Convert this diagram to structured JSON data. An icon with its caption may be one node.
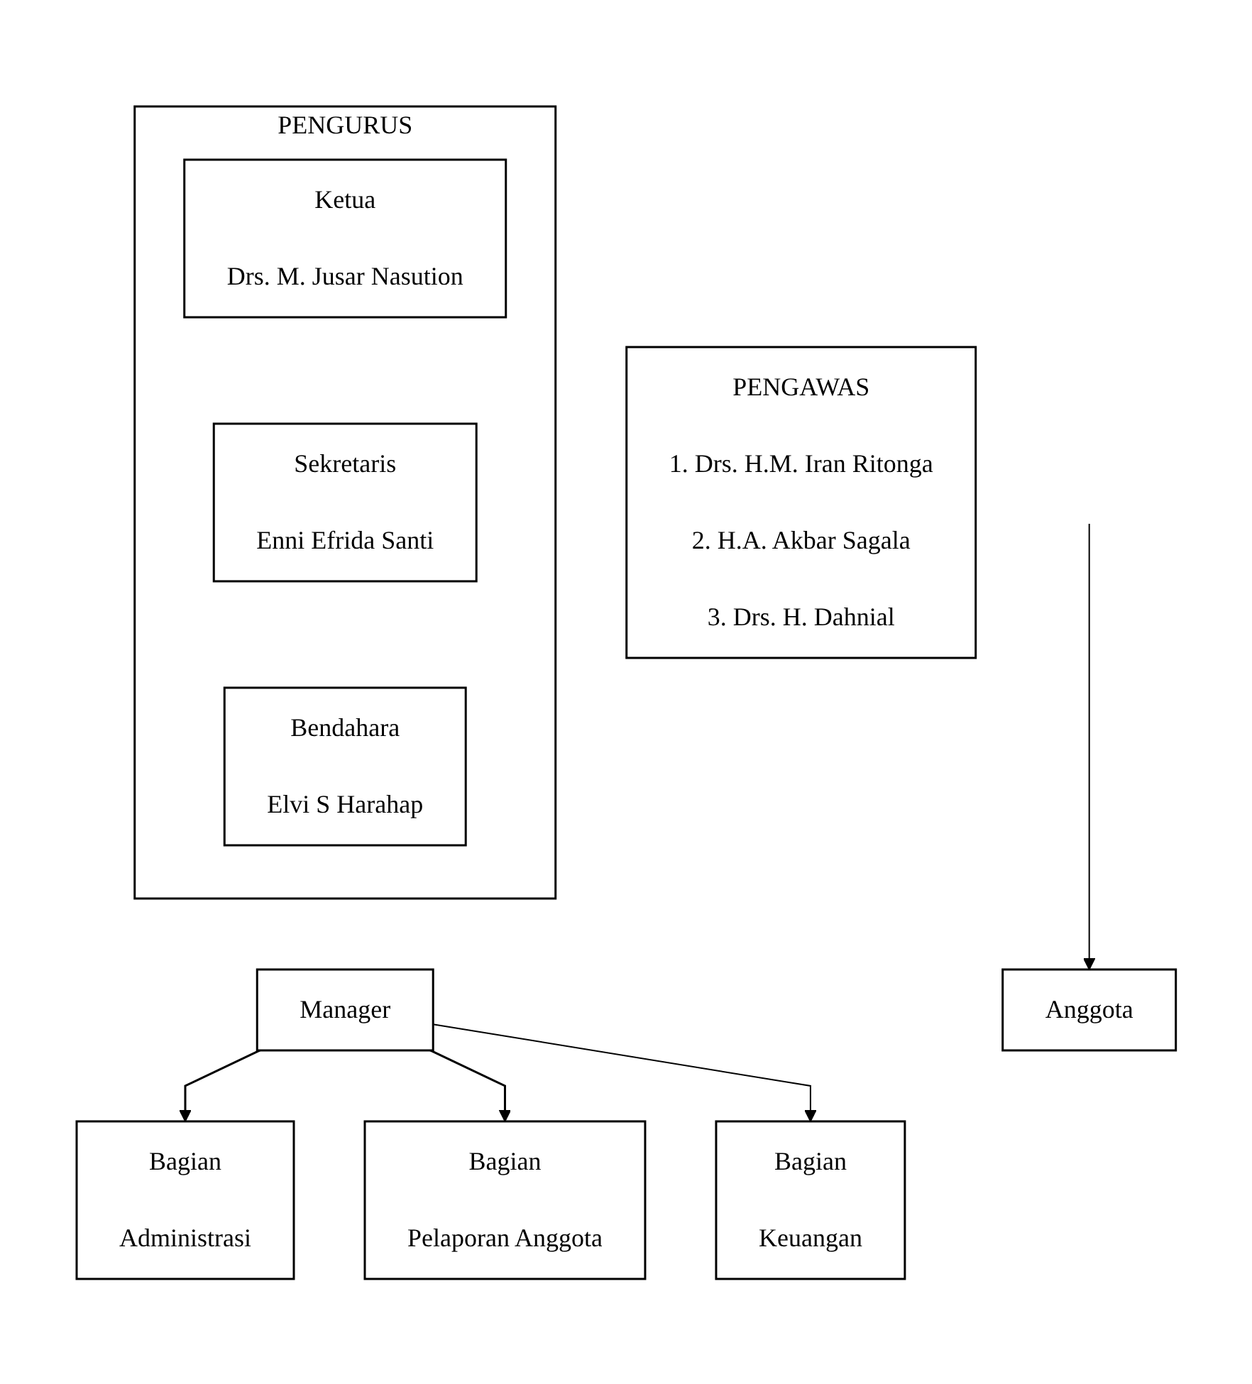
{
  "diagram": {
    "nodes": [
      {
        "text": [
          "PENGURUS"
        ]
      },
      {
        "text": [
          "Ketua",
          "Drs. M. Jusar Nasution"
        ],
        "in": 0
      },
      {
        "text": [
          "Sekretaris",
          "Enni Efrida Santi"
        ],
        "in": 0
      },
      {
        "text": [
          "Bendahara",
          "Elvi S Harahap"
        ],
        "in": 0
      },
      {
        "text": [
          "PENGAWAS",
          "1. Drs. H.M. Iran Ritonga",
          "2. H.A. Akbar Sagala",
          "3. Drs. H. Dahnial"
        ]
      },
      {
        "text": [
          "Manager"
        ]
      },
      {
        "text": [
          "Bagian",
          "Administrasi"
        ]
      },
      {
        "text": [
          "Bagian",
          "Pelaporan Anggota"
        ]
      },
      {
        "text": [
          "Bagian",
          "Keuangan"
        ]
      },
      {
        "text": [
          "Anggota"
        ]
      }
    ],
    "edges": [
      {
        "from": 5,
        "to": 6,
        "arrow": "to"
      },
      {
        "from": 5,
        "to": 7,
        "arrow": "to"
      },
      {
        "from": 5,
        "to": 8,
        "arrow": "to"
      },
      {
        "from": null,
        "to": 9,
        "arrow": "to"
      }
    ]
  }
}
